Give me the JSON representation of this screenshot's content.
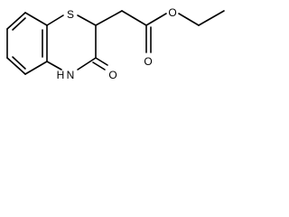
{
  "atoms": {
    "sulfur": "S",
    "nh": "H",
    "n": "N",
    "ketone_oxygen": "O",
    "ester_carbonyl_oxygen": "O",
    "ester_ether_oxygen": "O"
  },
  "colors": {
    "bond": "#000000",
    "label": "#000000",
    "background": "#ffffff"
  }
}
